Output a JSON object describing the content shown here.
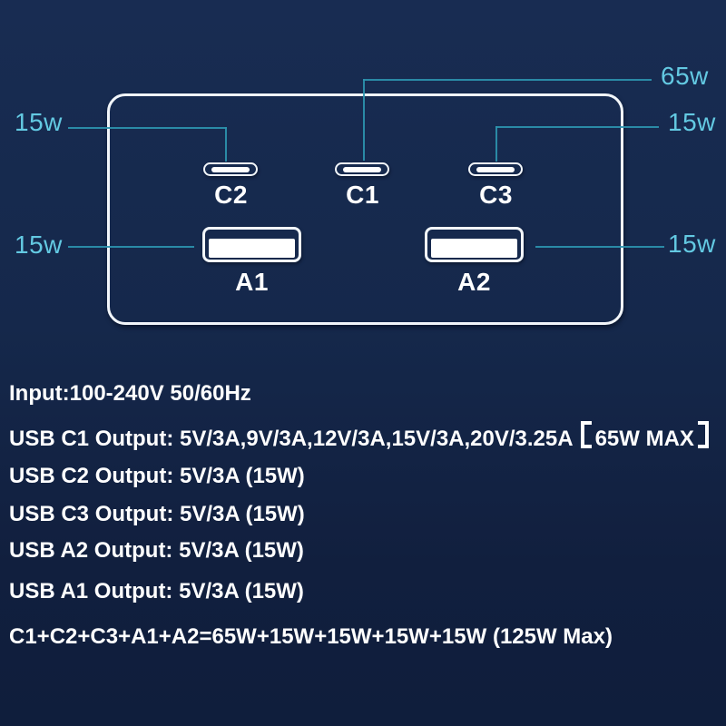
{
  "theme": {
    "background_top": "#182c52",
    "background_bottom": "#0f1e3c",
    "device_outline_color": "#f2f6fa",
    "callout_text_color": "#63c9e2",
    "callout_line_color": "#2d93ae",
    "spec_text_color": "#ffffff"
  },
  "diagram": {
    "ports": [
      {
        "id": "c2",
        "label": "C2"
      },
      {
        "id": "c1",
        "label": "C1"
      },
      {
        "id": "c3",
        "label": "C3"
      },
      {
        "id": "a1",
        "label": "A1"
      },
      {
        "id": "a2",
        "label": "A2"
      }
    ],
    "callouts": [
      {
        "port": "C2",
        "label": "15w"
      },
      {
        "port": "C1",
        "label": "65w"
      },
      {
        "port": "C3",
        "label": "15w"
      },
      {
        "port": "A1",
        "label": "15w"
      },
      {
        "port": "A2",
        "label": "15w"
      }
    ]
  },
  "specs": {
    "input": "Input:100-240V 50/60Hz",
    "c1_output": {
      "prefix": "USB C1 Output: 5V/3A,9V/3A,12V/3A,15V/3A,20V/3.25A",
      "bracket_open": "【",
      "max_label": "65W MAX",
      "bracket_close": "】"
    },
    "c2_output": "USB C2 Output: 5V/3A (15W)",
    "c3_output": "USB C3 Output: 5V/3A (15W)",
    "a2_output": "USB A2 Output: 5V/3A (15W)",
    "a1_output": "USB A1 Output: 5V/3A (15W)",
    "total": "C1+C2+C3+A1+A2=65W+15W+15W+15W+15W (125W Max)"
  }
}
